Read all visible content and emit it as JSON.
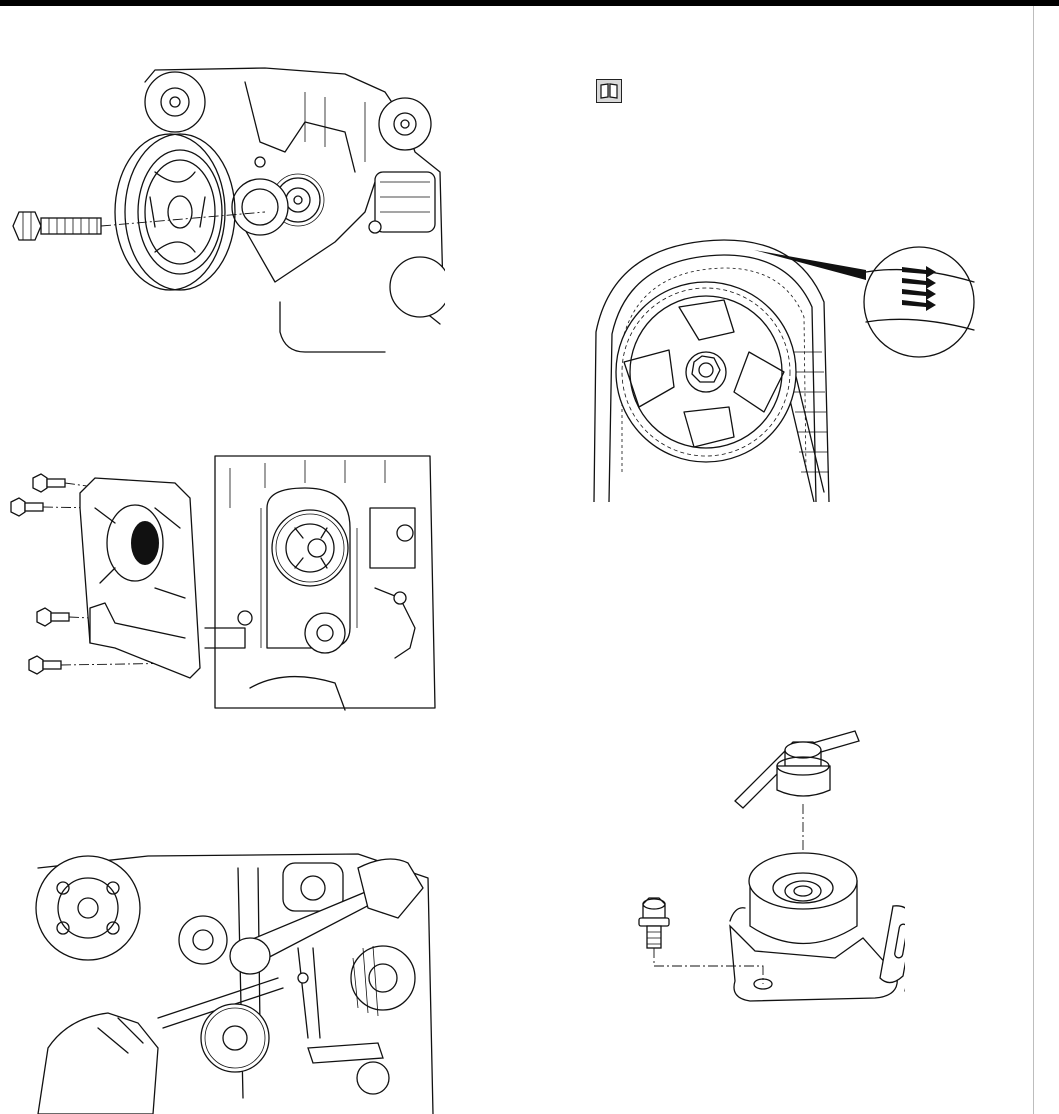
{
  "page": {
    "colors": {
      "ink": "#111111",
      "header_bar": "#000000",
      "divider": "#bdbdbd",
      "icon_fill": "#d9d9d9"
    }
  },
  "figures": [
    {
      "id": "crankshaft-pulley-removal",
      "icon": "crankshaft-pulley-illustration"
    },
    {
      "id": "timing-belt-lower-cover",
      "icon": "timing-belt-cover-illustration"
    },
    {
      "id": "tensioner-loosen-wrench",
      "icon": "wrench-tensioner-illustration"
    },
    {
      "id": "timing-belt-direction",
      "icon": "timing-belt-direction-arrows-illustration"
    },
    {
      "id": "timing-belt-tensioner-assembly",
      "icon": "tensioner-pulley-illustration"
    }
  ],
  "reference_icon": {
    "name": "manual-reference-book-icon"
  }
}
